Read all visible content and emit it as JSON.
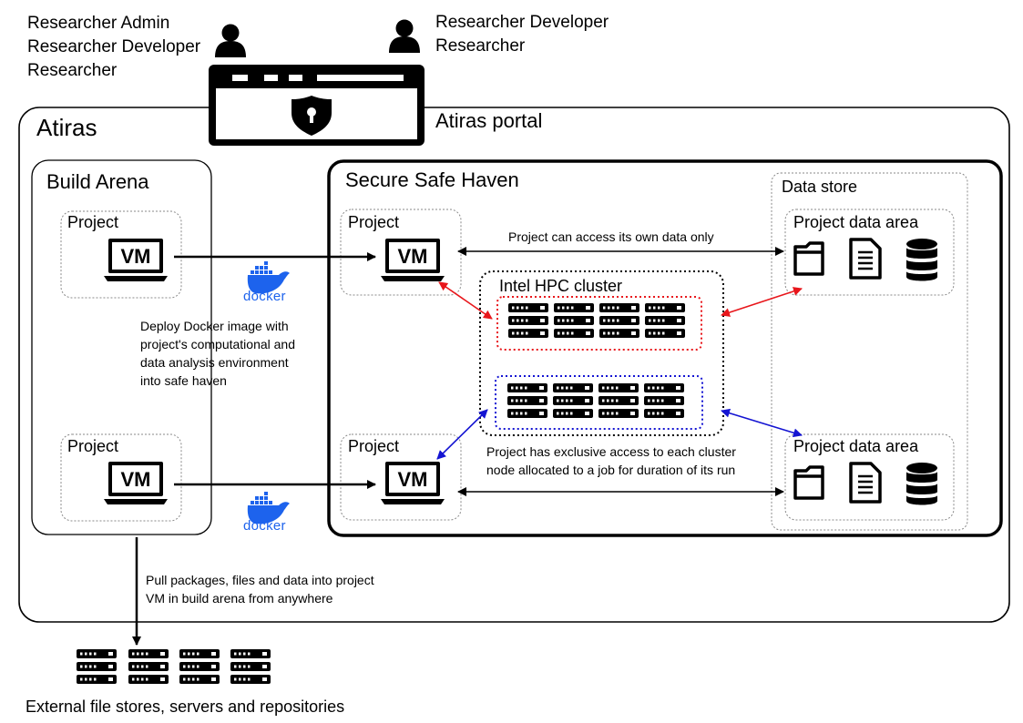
{
  "roles": {
    "left": [
      "Researcher Admin",
      "Researcher Developer",
      "Researcher"
    ],
    "right": [
      "Researcher Developer",
      "Researcher"
    ]
  },
  "portal": {
    "label": "Atiras portal"
  },
  "atiras": {
    "label": "Atiras"
  },
  "build_arena": {
    "label": "Build Arena",
    "project_label": "Project",
    "vm_label": "VM"
  },
  "safe_haven": {
    "label": "Secure Safe Haven",
    "project_label": "Project",
    "vm_label": "VM"
  },
  "hpc": {
    "label": "Intel HPC cluster"
  },
  "data_store": {
    "label": "Data store",
    "area_label": "Project data area"
  },
  "notes": {
    "access_own": "Project can access its own  data only",
    "exclusive": [
      "Project has exclusive access to each cluster",
      "node allocated to a job for duration of its run"
    ],
    "deploy": [
      "Deploy Docker image with",
      "project's computational and",
      "data analysis environment",
      "into safe haven"
    ],
    "pull": [
      "Pull packages, files and data into project",
      "VM in build arena from anywhere"
    ]
  },
  "docker": {
    "label": "docker"
  },
  "external": {
    "label": "External file stores, servers and repositories"
  },
  "colors": {
    "red_group": "#e8161b",
    "blue_group": "#1414d2",
    "docker_blue": "#1d63ed"
  },
  "icons": [
    "person-icon",
    "browser-shield-icon",
    "laptop-vm-icon",
    "server-rack-icon",
    "folder-icon",
    "document-icon",
    "database-icon",
    "docker-whale-icon"
  ]
}
